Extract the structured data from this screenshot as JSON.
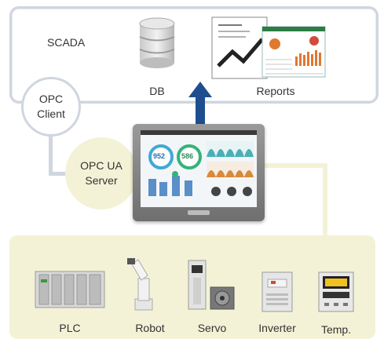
{
  "scada": {
    "label": "SCADA",
    "db_label": "DB",
    "reports_label": "Reports"
  },
  "opc_client": {
    "line1": "OPC",
    "line2": "Client"
  },
  "opc_server": {
    "line1": "OPC UA",
    "line2": "Server"
  },
  "hmi": {
    "gauge1": "952",
    "gauge2": "586"
  },
  "devices": [
    {
      "label": "PLC"
    },
    {
      "label": "Robot"
    },
    {
      "label": "Servo"
    },
    {
      "label": "Inverter"
    },
    {
      "label": "Temp."
    }
  ],
  "colors": {
    "scada_border": "#cfd6df",
    "device_bg": "#f4f2d6",
    "arrow": "#1f4e8f"
  }
}
